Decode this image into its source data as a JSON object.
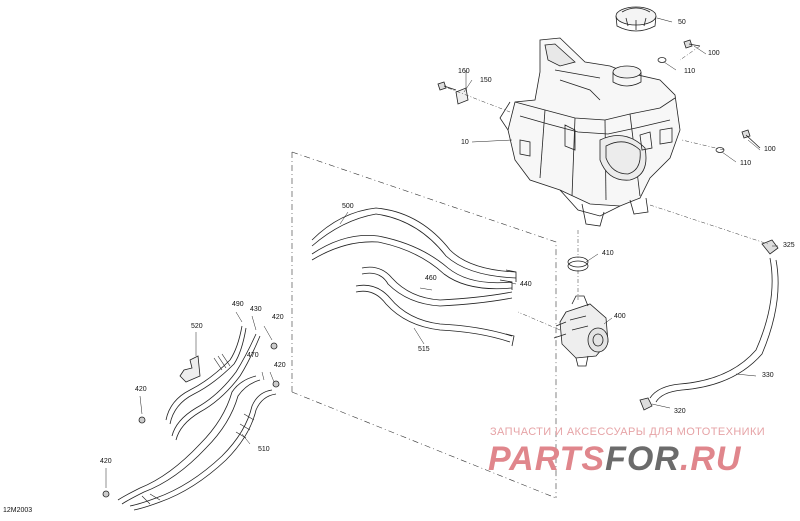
{
  "diagram": {
    "reference_code": "12M2003",
    "callouts": {
      "c10": "10",
      "c50": "50",
      "c100a": "100",
      "c100b": "100",
      "c110a": "110",
      "c110b": "110",
      "c150": "150",
      "c160": "160",
      "c320": "320",
      "c325": "325",
      "c330": "330",
      "c400": "400",
      "c410": "410",
      "c420a": "420",
      "c420b": "420",
      "c420c": "420",
      "c420d": "420",
      "c430": "430",
      "c440": "440",
      "c460": "460",
      "c470": "470",
      "c490": "490",
      "c500": "500",
      "c510": "510",
      "c515": "515",
      "c520": "520"
    }
  },
  "watermark": {
    "tagline": "ЗАПЧАСТИ И АКСЕССУАРЫ ДЛЯ МОТОТЕХНИКИ",
    "brand_part1": "PARTS",
    "brand_part2": "FOR",
    "brand_part3": ".RU",
    "brand_color": "#e0868c",
    "accent_color": "#6b6b6b"
  }
}
